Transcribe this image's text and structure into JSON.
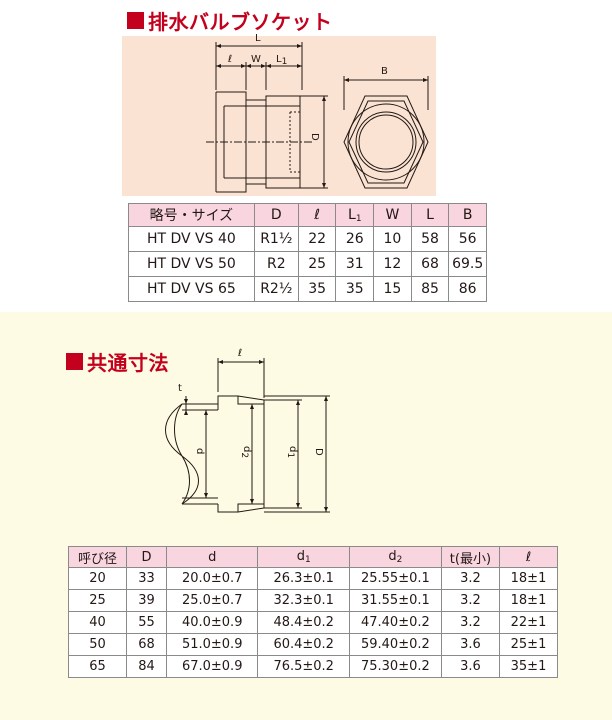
{
  "section1": {
    "title": "排水バルブソケット",
    "diagram_labels": {
      "L": "L",
      "l": "ℓ",
      "W": "W",
      "L1": "L1",
      "D": "D",
      "B": "B"
    },
    "table": {
      "headers": [
        "略号・サイズ",
        "D",
        "ℓ",
        "L1",
        "W",
        "L",
        "B"
      ],
      "rows": [
        {
          "name": "HT DV VS 40",
          "D": "R1½",
          "l": "22",
          "L1": "26",
          "W": "10",
          "L": "58",
          "B": "56"
        },
        {
          "name": "HT DV VS 50",
          "D": "R2",
          "l": "25",
          "L1": "31",
          "W": "12",
          "L": "68",
          "B": "69.5"
        },
        {
          "name": "HT DV VS 65",
          "D": "R2½",
          "l": "35",
          "L1": "35",
          "W": "15",
          "L": "85",
          "B": "86"
        }
      ]
    }
  },
  "section2": {
    "title": "共通寸法",
    "diagram_labels": {
      "l": "ℓ",
      "t": "t",
      "d": "d",
      "d2": "d2",
      "d1": "d1",
      "D": "D"
    },
    "table": {
      "headers": [
        "呼び径",
        "D",
        "d",
        "d1",
        "d2",
        "t(最小)",
        "ℓ"
      ],
      "rows": [
        [
          "20",
          "33",
          "20.0±0.7",
          "26.3±0.1",
          "25.55±0.1",
          "3.2",
          "18±1"
        ],
        [
          "25",
          "39",
          "25.0±0.7",
          "32.3±0.1",
          "31.55±0.1",
          "3.2",
          "18±1"
        ],
        [
          "40",
          "55",
          "40.0±0.9",
          "48.4±0.2",
          "47.40±0.2",
          "3.2",
          "22±1"
        ],
        [
          "50",
          "68",
          "51.0±0.9",
          "60.4±0.2",
          "59.40±0.2",
          "3.6",
          "25±1"
        ],
        [
          "65",
          "84",
          "67.0±0.9",
          "76.5±0.2",
          "75.30±0.2",
          "3.6",
          "35±1"
        ]
      ]
    }
  },
  "colors": {
    "accent": "#c3001d",
    "drawing_bg": "#fbe3d3",
    "header_bg": "#f9d5e0",
    "bottom_bg": "#fdfbe3"
  }
}
